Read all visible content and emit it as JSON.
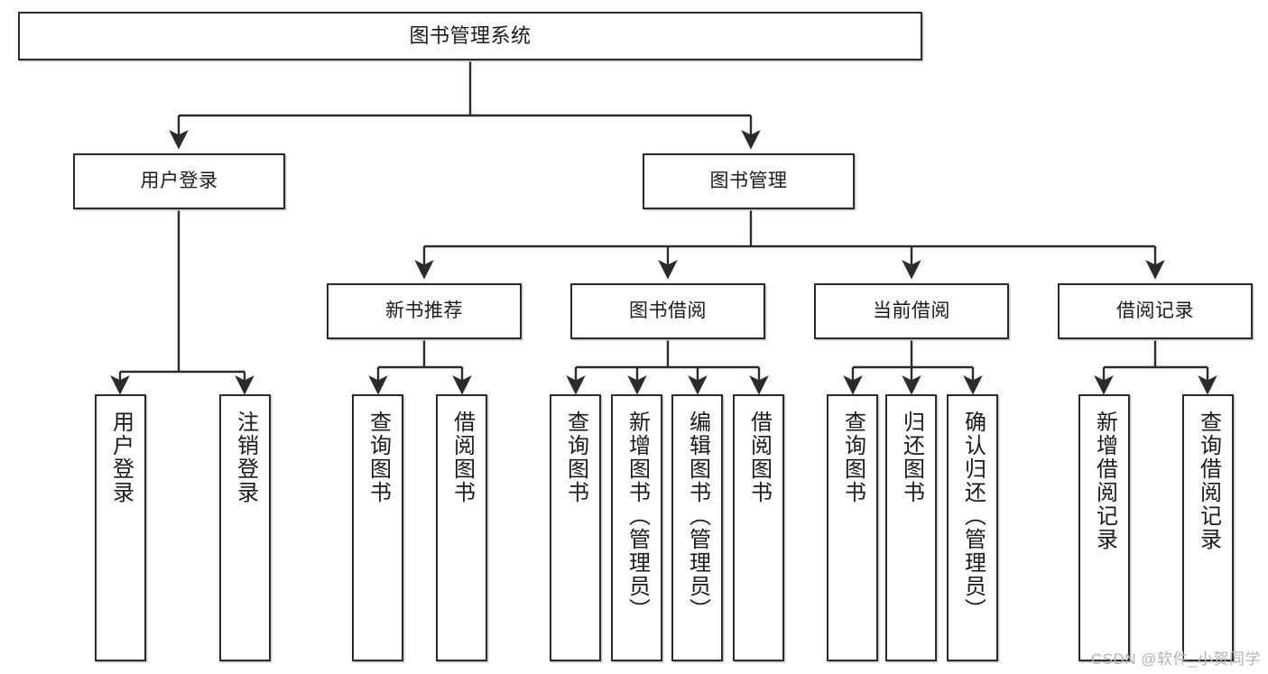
{
  "diagram": {
    "type": "tree",
    "title": "图书管理系统",
    "root": {
      "label": "图书管理系统"
    },
    "level1": [
      {
        "label": "用户登录"
      },
      {
        "label": "图书管理"
      }
    ],
    "level2": [
      {
        "label": "新书推荐"
      },
      {
        "label": "图书借阅"
      },
      {
        "label": "当前借阅"
      },
      {
        "label": "借阅记录"
      }
    ],
    "leaves": {
      "user_login": [
        {
          "label": "用户登录"
        },
        {
          "label": "注销登录"
        }
      ],
      "new_book": [
        {
          "label": "查询图书"
        },
        {
          "label": "借阅图书"
        }
      ],
      "book_borrow": [
        {
          "label": "查询图书"
        },
        {
          "label": "新增图书（管理员）"
        },
        {
          "label": "编辑图书（管理员）"
        },
        {
          "label": "借阅图书"
        }
      ],
      "current_borrow": [
        {
          "label": "查询图书"
        },
        {
          "label": "归还图书"
        },
        {
          "label": "确认归还（管理员）"
        }
      ],
      "borrow_record": [
        {
          "label": "新增借阅记录"
        },
        {
          "label": "查询借阅记录"
        }
      ]
    }
  },
  "watermark": {
    "text": "CSDN @软件_小贺同学"
  },
  "colors": {
    "border": "#2b2b2b",
    "text": "#1a1a1a",
    "background": "#ffffff",
    "shadow": "#c8c8c8",
    "watermark": "#b4b4b4"
  }
}
